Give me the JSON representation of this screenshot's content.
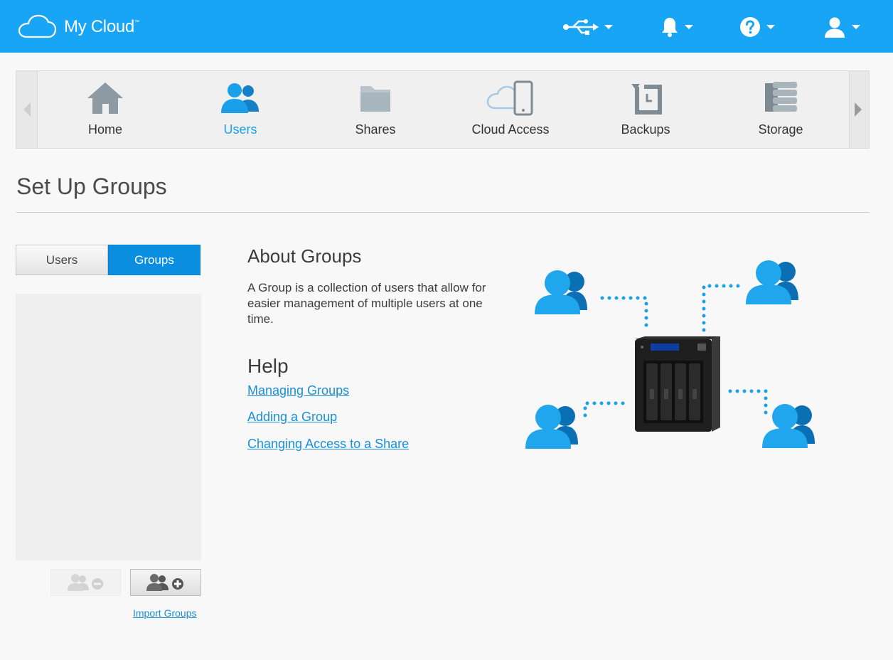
{
  "header": {
    "app_name": "My Cloud",
    "trademark": "™",
    "icons": [
      "cloud-logo-icon",
      "usb-icon",
      "bell-icon",
      "help-icon",
      "user-icon"
    ],
    "colors": {
      "bar": "#19a5f5",
      "accent": "#1aa0e8",
      "toggle_active": "#0a8ee0",
      "link": "#1a8fd8"
    }
  },
  "nav": {
    "items": [
      {
        "label": "Home",
        "icon": "home-icon"
      },
      {
        "label": "Users",
        "icon": "users-icon",
        "active": true
      },
      {
        "label": "Shares",
        "icon": "folder-icon"
      },
      {
        "label": "Cloud Access",
        "icon": "cloud-device-icon"
      },
      {
        "label": "Backups",
        "icon": "backup-clock-icon"
      },
      {
        "label": "Storage",
        "icon": "storage-database-icon"
      }
    ]
  },
  "page": {
    "title": "Set Up Groups"
  },
  "toggle": {
    "users_label": "Users",
    "groups_label": "Groups",
    "selected": "Groups"
  },
  "actions": {
    "remove_icon": "remove-group-icon",
    "add_icon": "add-group-icon",
    "import_label": "Import Groups"
  },
  "about": {
    "title": "About Groups",
    "text": "A Group is a collection of users that allow for easier management of multiple users at one time."
  },
  "help": {
    "title": "Help",
    "links": [
      "Managing Groups",
      "Adding a Group",
      "Changing Access to a Share"
    ]
  }
}
